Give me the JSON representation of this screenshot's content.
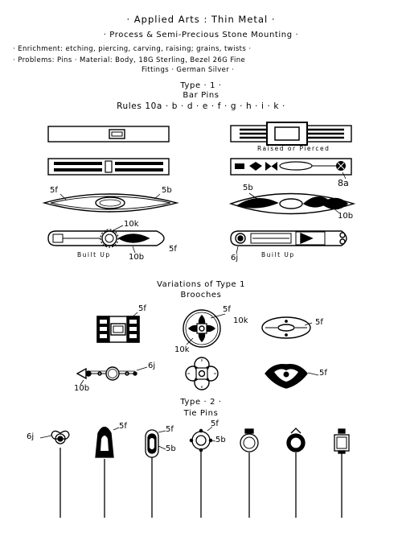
{
  "header": {
    "title": "· Applied Arts : Thin Metal ·",
    "process": "· Process & Semi-Precious Stone Mounting ·",
    "enrichment": "· Enrichment: etching, piercing, carving, raising; grains, twists ·",
    "problems_1": "· Problems: Pins ·     Material: Body, 18G Sterling, Bezel 26G Fine",
    "problems_2": "Fittings · German Silver ·"
  },
  "type1": {
    "heading": "Type · 1 ·",
    "subheading": "Bar Pins",
    "rules": "Rules 10a · b · d · e · f · g · h · i · k ·"
  },
  "labels": {
    "raised": "Raised or Pierced",
    "l_8a": "8a",
    "l_5f_a": "5f",
    "l_5b_a": "5b",
    "l_5b_b": "5b",
    "l_10b_a": "10b",
    "l_10k_a": "10k",
    "l_10b_b": "10b",
    "l_5f_b": "5f",
    "built_up_1": "Built Up",
    "l_6j_a": "6j",
    "built_up_2": "Built Up",
    "l_5f_c": "5f",
    "l_5f_d": "5f",
    "l_10k_b": "10k",
    "l_10k_c": "10k",
    "l_5f_e": "5f",
    "l_6j_b": "6j",
    "l_10b_c": "10b",
    "l_5f_f": "5f",
    "l_6j_c": "6j",
    "l_5f_g": "5f",
    "l_5f_h": "5f",
    "l_5b_c": "5b",
    "l_5f_i": "5f",
    "l_5b_d": "5b"
  },
  "variations": {
    "heading": "Variations of Type 1",
    "subheading": "Brooches"
  },
  "type2": {
    "heading": "Type · 2 ·",
    "subheading": "Tie Pins"
  }
}
